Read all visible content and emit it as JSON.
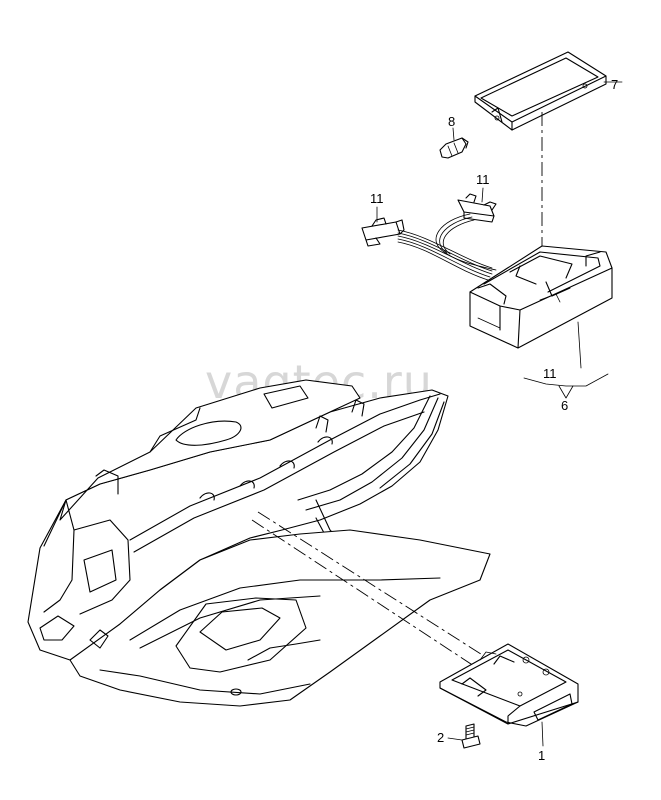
{
  "watermark": "vagtec.ru",
  "callouts": {
    "c1": "1",
    "c2": "2",
    "c6": "6",
    "c7": "7",
    "c8": "8",
    "c11a": "11",
    "c11b": "11",
    "c11c": "11"
  }
}
